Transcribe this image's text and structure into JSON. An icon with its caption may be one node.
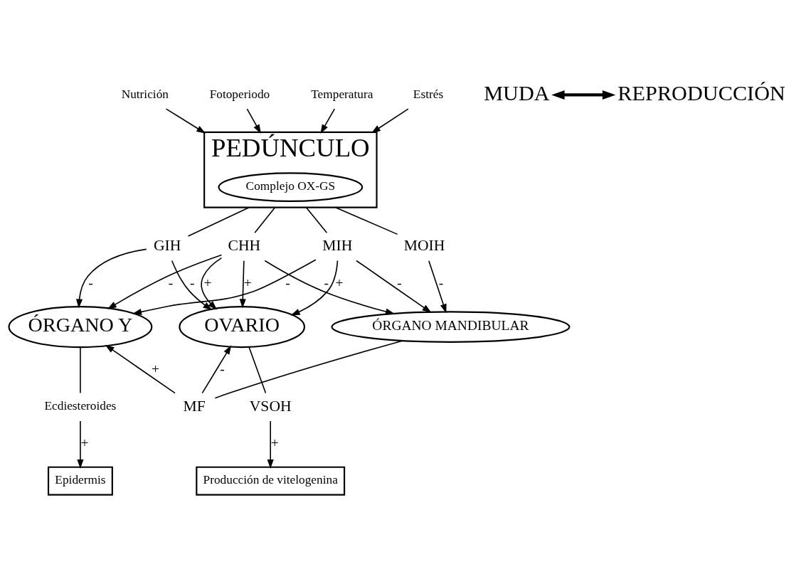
{
  "diagram": {
    "nodes": [
      {
        "text": [
          "PEDÚNCULO"
        ]
      },
      {
        "text": [
          "Complejo OX-GS"
        ],
        "in": 0
      },
      {
        "text": [
          "Nutrición"
        ]
      },
      {
        "text": [
          "Fotoperiodo"
        ]
      },
      {
        "text": [
          "Temperatura"
        ]
      },
      {
        "text": [
          "Estrés"
        ]
      },
      {
        "text": [
          "GIH"
        ]
      },
      {
        "text": [
          "MIH"
        ]
      },
      {
        "text": [
          "ÓRGANO Y"
        ]
      },
      {
        "text": [
          "CHH"
        ]
      },
      {
        "text": [
          "OVARIO"
        ]
      },
      {
        "text": [
          "MOIH"
        ]
      },
      {
        "text": [
          "ÓRGANO MANDIBULAR"
        ]
      },
      {
        "text": [
          "Ecdiesteroides"
        ]
      },
      {
        "text": [
          "MF"
        ]
      },
      {
        "text": [
          "VSOH"
        ]
      },
      {
        "text": [
          "Epidermis"
        ]
      },
      {
        "text": [
          "Producción de vitelogenina"
        ]
      },
      {
        "text": [
          "MUDA"
        ]
      },
      {
        "text": [
          "REPRODUCCIÓN"
        ]
      }
    ],
    "edges": [
      {
        "from": 2,
        "to": 0,
        "arrow": "to"
      },
      {
        "from": 3,
        "to": 0,
        "arrow": "to"
      },
      {
        "from": 4,
        "to": 0,
        "arrow": "to"
      },
      {
        "from": 5,
        "to": 0,
        "arrow": "to"
      },
      {
        "from": 0,
        "to": 6,
        "arrow": "none"
      },
      {
        "from": 0,
        "to": 11,
        "arrow": "none"
      },
      {
        "from": 0,
        "to": 7,
        "arrow": "none"
      },
      {
        "from": 0,
        "to": 9,
        "arrow": "none"
      },
      {
        "from": 6,
        "to": 8,
        "arrow": "to",
        "label": "-"
      },
      {
        "from": 6,
        "to": 10,
        "arrow": "to",
        "label": "-"
      },
      {
        "from": 7,
        "to": 8,
        "arrow": "to",
        "label": "-"
      },
      {
        "from": 7,
        "to": 10,
        "arrow": "to",
        "label": "+"
      },
      {
        "from": 9,
        "to": 8,
        "arrow": "to",
        "label": "-"
      },
      {
        "from": 7,
        "to": 12,
        "arrow": "to",
        "label": "-"
      },
      {
        "from": 9,
        "to": 10,
        "arrow": "to",
        "label": "+"
      },
      {
        "from": 9,
        "to": 10,
        "arrow": "to",
        "label": "+"
      },
      {
        "from": 11,
        "to": 12,
        "arrow": "to",
        "label": "-"
      },
      {
        "from": 9,
        "to": 12,
        "arrow": "to",
        "label": "-"
      },
      {
        "from": 8,
        "to": 13,
        "arrow": "none"
      },
      {
        "from": 13,
        "to": 16,
        "arrow": "to",
        "label": "+"
      },
      {
        "from": 12,
        "to": 14,
        "arrow": "none"
      },
      {
        "from": 14,
        "to": 8,
        "arrow": "to",
        "label": "+"
      },
      {
        "from": 14,
        "to": 10,
        "arrow": "to",
        "label": "-"
      },
      {
        "from": 10,
        "to": 15,
        "arrow": "none"
      },
      {
        "from": 15,
        "to": 17,
        "arrow": "to",
        "label": "+"
      },
      {
        "from": 18,
        "to": 19,
        "arrow": "both",
        "style": "thick"
      }
    ]
  }
}
